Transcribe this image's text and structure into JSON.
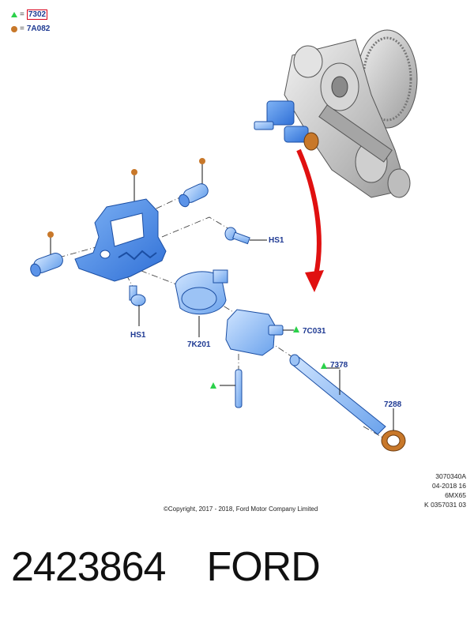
{
  "legend": [
    {
      "symbol": "triangle-icon",
      "equals": "=",
      "code": "7302",
      "boxed": true
    },
    {
      "symbol": "dot-icon",
      "equals": "=",
      "code": "7A082",
      "boxed": false
    }
  ],
  "callouts": {
    "hs1_right": "HS1",
    "hs1_bottom": "HS1",
    "c7k201": "7K201",
    "c7c031": "7C031",
    "c7378": "7378",
    "c7288": "7288"
  },
  "references": [
    "3070340A",
    "04-2018 16",
    "6MX65",
    "K 0357031 03"
  ],
  "copyright": "©Copyright, 2017 - 2018, Ford Motor Company Limited",
  "part_number": "2423864",
  "brand": "FORD",
  "colors": {
    "part_blue": "#4a90e8",
    "callout_blue": "#1f3a93",
    "triangle_green": "#2bd14a",
    "dot_orange": "#c8782a",
    "arrow_red": "#e01010",
    "box_red": "#d9001b"
  }
}
